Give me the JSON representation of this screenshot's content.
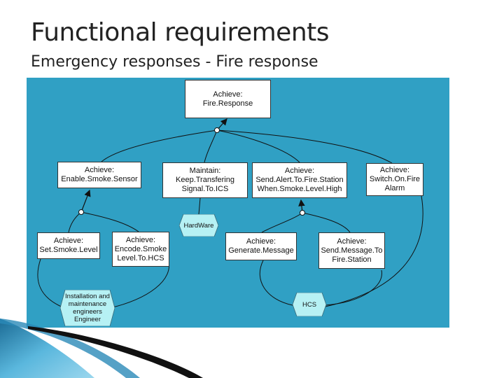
{
  "slide": {
    "title": "Functional requirements",
    "subtitle": "Emergency responses - Fire response"
  },
  "diagram": {
    "background_color": "#30a0c4",
    "agent_color": "#b6f1f4",
    "goals": {
      "fire_response": "Achieve:\nFire.Response",
      "enable_smoke_sensor": "Achieve:\nEnable.Smoke.Sensor",
      "keep_transfering": "Maintain:\nKeep.Transfering\nSignal.To.ICS",
      "send_alert": "Achieve:\nSend.Alert.To.Fire.Station\nWhen.Smoke.Level.High",
      "switch_on_fire_alarm": "Achieve:\nSwitch.On.Fire\nAlarm",
      "set_smoke_level": "Achieve:\nSet.Smoke.Level",
      "encode_smoke_level": "Achieve:\nEncode.Smoke\nLevel.To.HCS",
      "generate_message": "Achieve:\nGenerate.Message",
      "send_message": "Achieve:\nSend.Message.To\nFire.Station"
    },
    "agents": {
      "hardware": "HardWare",
      "engineer": "Installation and\nmaintenance\nengineers\nEngineer",
      "hcs": "HCS"
    }
  }
}
